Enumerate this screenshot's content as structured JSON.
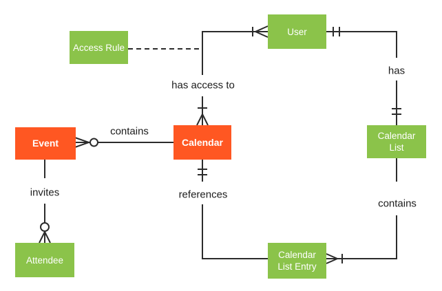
{
  "theme": {
    "bg": "#ffffff",
    "orange": "#ff5722",
    "green": "#8bc34a",
    "line-color": "#2b2b2b",
    "label-color": "#1c1c1c",
    "entity-text": "#ffffff"
  },
  "entities": {
    "event": {
      "label": "Event",
      "color": "#ff5722"
    },
    "calendar": {
      "label": "Calendar",
      "color": "#ff5722"
    },
    "access_rule": {
      "label": "Access Rule",
      "color": "#8bc34a"
    },
    "user": {
      "label": "User",
      "color": "#8bc34a"
    },
    "calendar_list": {
      "label": "Calendar List",
      "color": "#8bc34a"
    },
    "attendee": {
      "label": "Attendee",
      "color": "#8bc34a"
    },
    "calendar_list_entry": {
      "label": "Calendar List Entry",
      "color": "#8bc34a"
    }
  },
  "relationships": {
    "contains_event_calendar": {
      "label": "contains",
      "from": "Event",
      "to": "Calendar",
      "event_end_marker": "zero-or-many (crow's foot + circle)",
      "calendar_end_marker": "none"
    },
    "has_access_to": {
      "label": "has access to",
      "from": "Calendar",
      "to": "User",
      "calendar_end_marker": "one-or-many (tick + crow's foot)",
      "user_end_marker": "one-or-many (tick + crow's foot)"
    },
    "has": {
      "label": "has",
      "from": "User",
      "to": "Calendar List",
      "user_end_marker": "one-and-only-one (double tick)",
      "calendar_list_end_marker": "one-and-only-one (double tick)"
    },
    "references": {
      "label": "references",
      "from": "Calendar",
      "to": "Calendar List Entry",
      "calendar_end_marker": "one-and-only-one (double tick)",
      "entry_end_marker": "none"
    },
    "contains_list_entry": {
      "label": "contains",
      "from": "Calendar List",
      "to": "Calendar List Entry",
      "calendar_list_end_marker": "none",
      "entry_end_marker": "one-or-many (crow's foot + tick)"
    },
    "invites": {
      "label": "invites",
      "from": "Event",
      "to": "Attendee",
      "event_end_marker": "none",
      "attendee_end_marker": "zero-or-many (circle + crow's foot)"
    },
    "access_rule_link": {
      "label": "",
      "from": "Access Rule",
      "to": "has-access-to connector",
      "style": "dashed"
    }
  }
}
